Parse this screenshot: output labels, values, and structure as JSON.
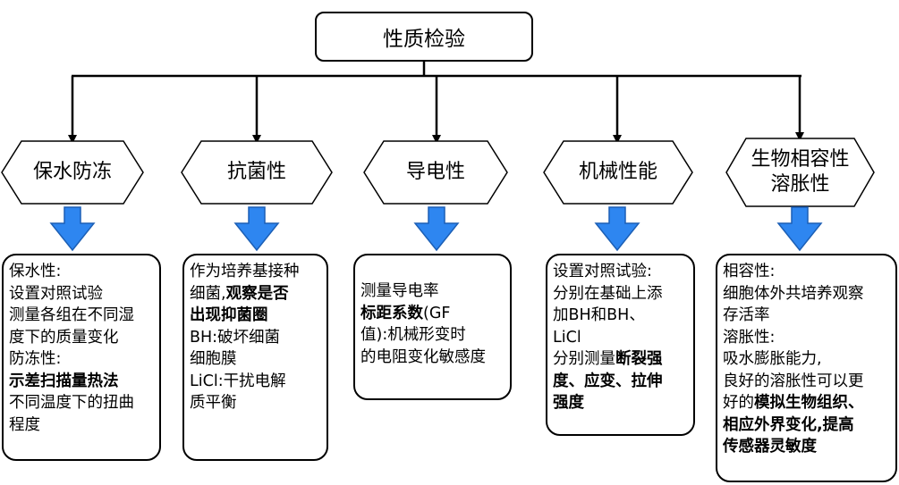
{
  "root": "性质检验",
  "branches": [
    {
      "id": "baoshui",
      "title": [
        "保水防冻"
      ],
      "desc": [
        [
          {
            "t": "保水性:"
          }
        ],
        [
          {
            "t": "设置对照试验"
          }
        ],
        [
          {
            "t": "测量各组在不同湿"
          }
        ],
        [
          {
            "t": "度下的质量变化"
          }
        ],
        [
          {
            "t": "防冻性:"
          }
        ],
        [
          {
            "t": "示差扫描量热法",
            "b": true
          }
        ],
        [
          {
            "t": "不同温度下的扭曲"
          }
        ],
        [
          {
            "t": "程度"
          }
        ]
      ]
    },
    {
      "id": "kangjun",
      "title": [
        "抗菌性"
      ],
      "desc": [
        [
          {
            "t": "作为培养基接种"
          }
        ],
        [
          {
            "t": "细菌,"
          },
          {
            "t": "观察是否",
            "b": true
          }
        ],
        [
          {
            "t": "出现抑菌圈",
            "b": true
          }
        ],
        [
          {
            "t": "BH:破坏细菌"
          }
        ],
        [
          {
            "t": "细胞膜"
          }
        ],
        [
          {
            "t": "LiCl:干扰电解"
          }
        ],
        [
          {
            "t": "质平衡"
          }
        ]
      ]
    },
    {
      "id": "daodian",
      "title": [
        "导电性"
      ],
      "desc": [
        [
          {
            "t": "测量导电率"
          }
        ],
        [
          {
            "t": "标距系数",
            "b": true
          },
          {
            "t": "(GF"
          }
        ],
        [
          {
            "t": "值):机械形变时"
          }
        ],
        [
          {
            "t": "的电阻变化敏感度"
          }
        ]
      ]
    },
    {
      "id": "jixie",
      "title": [
        "机械性能"
      ],
      "desc": [
        [
          {
            "t": "设置对照试验:"
          }
        ],
        [
          {
            "t": "分别在基础上添"
          }
        ],
        [
          {
            "t": "加BH和BH、"
          }
        ],
        [
          {
            "t": "LiCl"
          }
        ],
        [
          {
            "t": "分别测量"
          },
          {
            "t": "断裂强",
            "b": true
          }
        ],
        [
          {
            "t": "度、应变、拉伸",
            "b": true
          }
        ],
        [
          {
            "t": "强度",
            "b": true
          }
        ]
      ]
    },
    {
      "id": "shengwu",
      "title": [
        "生物相容性",
        "溶胀性"
      ],
      "desc": [
        [
          {
            "t": "相容性:"
          }
        ],
        [
          {
            "t": "细胞体外共培养观察"
          }
        ],
        [
          {
            "t": "存活率"
          }
        ],
        [
          {
            "t": "溶胀性:"
          }
        ],
        [
          {
            "t": "吸水膨胀能力,"
          }
        ],
        [
          {
            "t": "良好的溶胀性可以更"
          }
        ],
        [
          {
            "t": "好的"
          },
          {
            "t": "模拟生物组织、",
            "b": true
          }
        ],
        [
          {
            "t": "相应外界变化,提高",
            "b": true
          }
        ],
        [
          {
            "t": "传感器灵敏度",
            "b": true
          }
        ]
      ]
    }
  ],
  "colors": {
    "arrow_fill": "#2e86f0",
    "arrow_stroke": "#1c5fb5",
    "line": "#000000"
  }
}
